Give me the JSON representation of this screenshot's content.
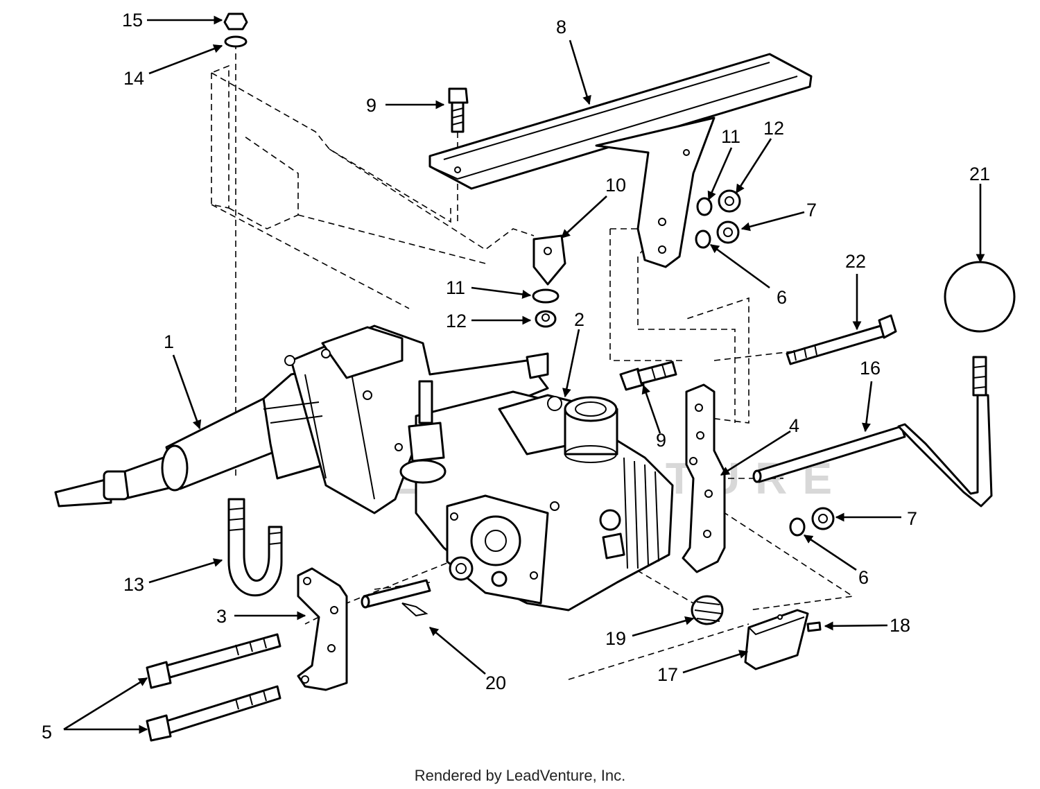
{
  "callouts": {
    "c1": "1",
    "c2": "2",
    "c3": "3",
    "c4": "4",
    "c5": "5",
    "c6a": "6",
    "c6b": "6",
    "c7a": "7",
    "c7b": "7",
    "c8": "8",
    "c9a": "9",
    "c9b": "9",
    "c10": "10",
    "c11a": "11",
    "c11b": "11",
    "c12a": "12",
    "c12b": "12",
    "c13": "13",
    "c14": "14",
    "c15": "15",
    "c16": "16",
    "c17": "17",
    "c18": "18",
    "c19": "19",
    "c20": "20",
    "c21": "21",
    "c22": "22"
  },
  "watermark": "LEADVENTURE",
  "footer": "Rendered by LeadVenture, Inc."
}
